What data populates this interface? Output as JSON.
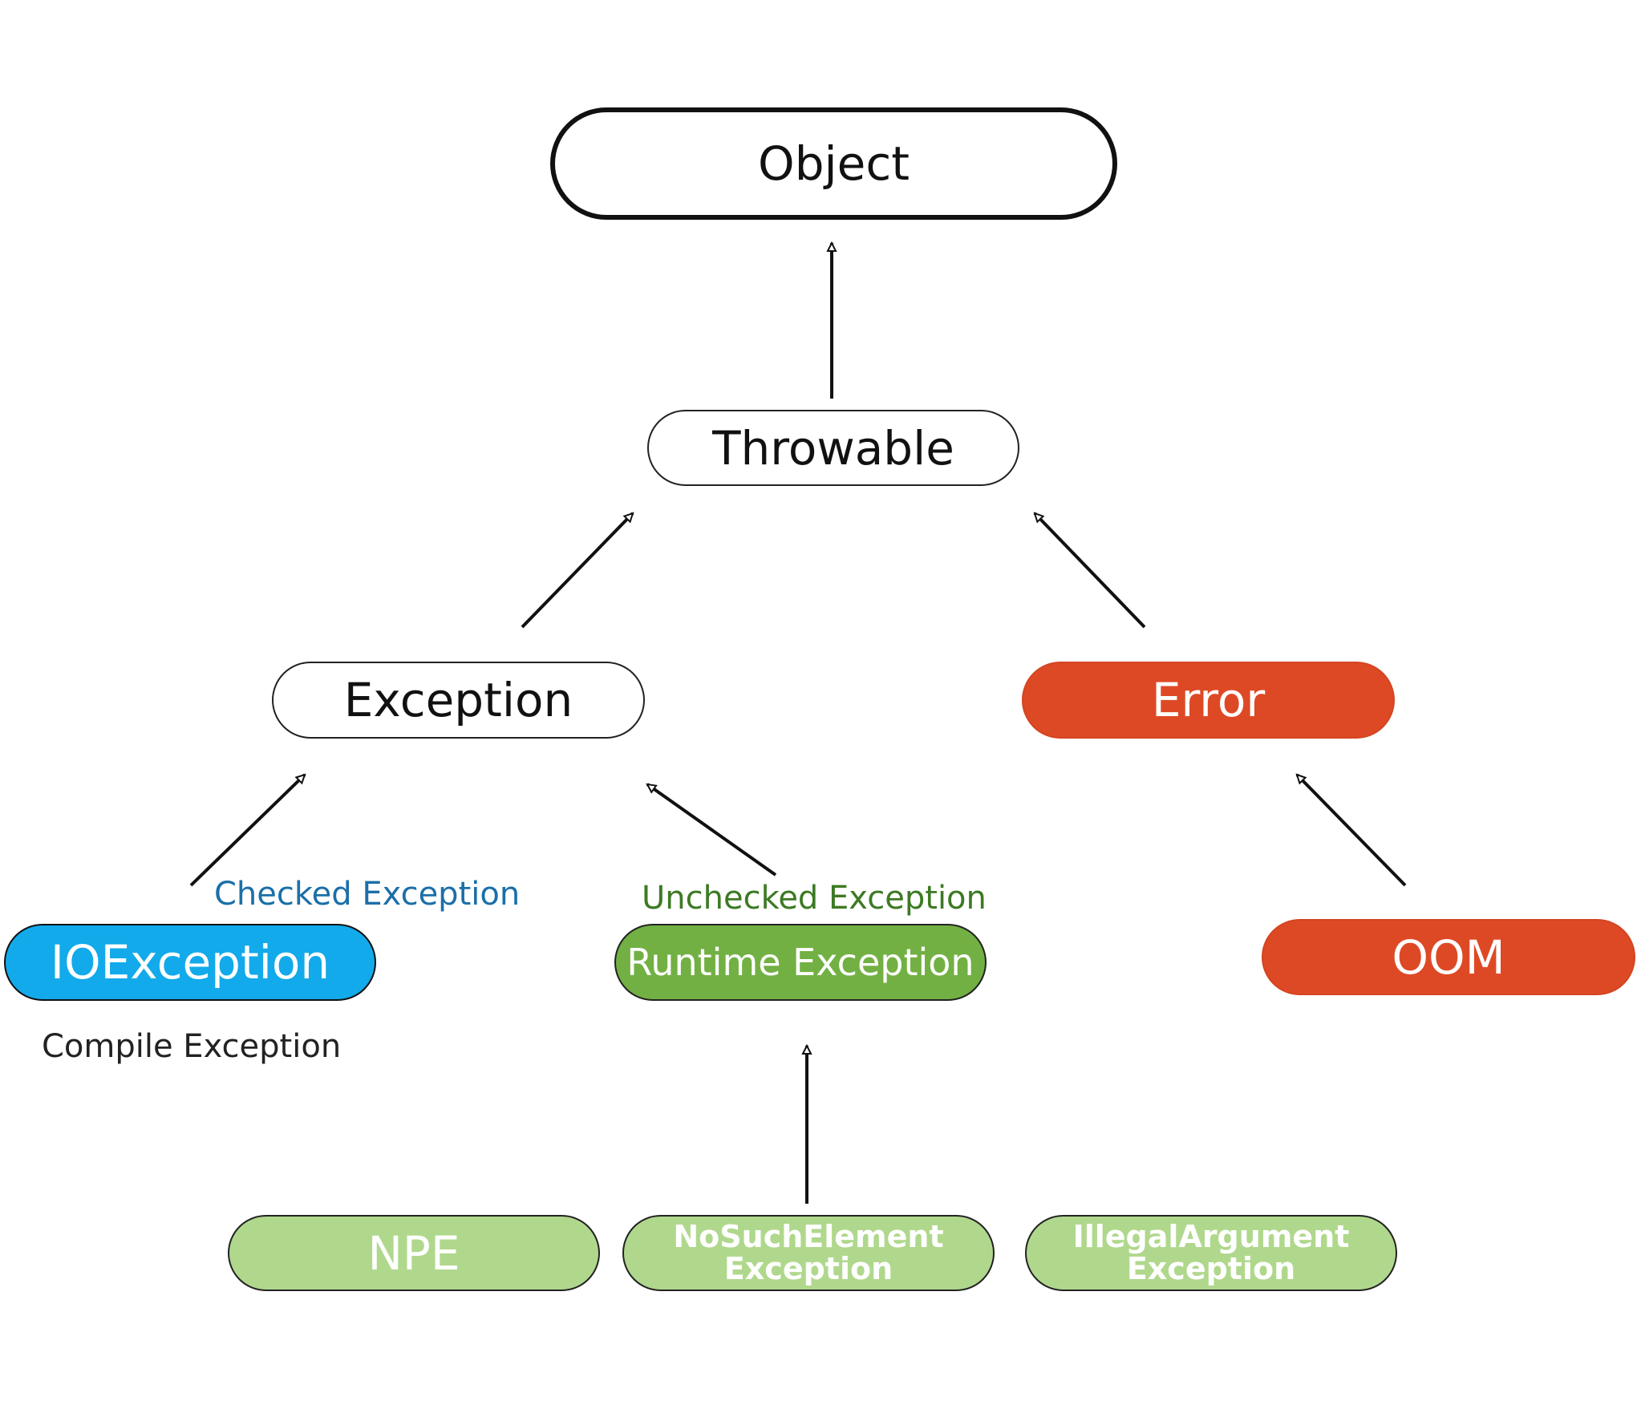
{
  "nodes": {
    "object": "Object",
    "throwable": "Throwable",
    "exception": "Exception",
    "error": "Error",
    "ioexception": "IOException",
    "runtime_exception": "Runtime Exception",
    "oom": "OOM",
    "npe": "NPE",
    "no_such_element": "NoSuchElement\nException",
    "illegal_argument": "IllegalArgument\nException"
  },
  "annotations": {
    "checked": "Checked Exception",
    "unchecked": "Unchecked Exception",
    "compile": "Compile Exception"
  },
  "edges": [
    {
      "from": "throwable",
      "to": "object"
    },
    {
      "from": "exception",
      "to": "throwable"
    },
    {
      "from": "error",
      "to": "throwable"
    },
    {
      "from": "ioexception",
      "to": "exception"
    },
    {
      "from": "runtime_exception",
      "to": "exception"
    },
    {
      "from": "oom",
      "to": "error"
    },
    {
      "from": "no_such_element",
      "to": "runtime_exception"
    }
  ],
  "colors": {
    "error_red": "#de4925",
    "io_blue": "#12aaea",
    "runtime_green": "#72b043",
    "light_green": "#b0d88d",
    "checked_text": "#1b6fa8",
    "unchecked_text": "#3c7a23"
  }
}
